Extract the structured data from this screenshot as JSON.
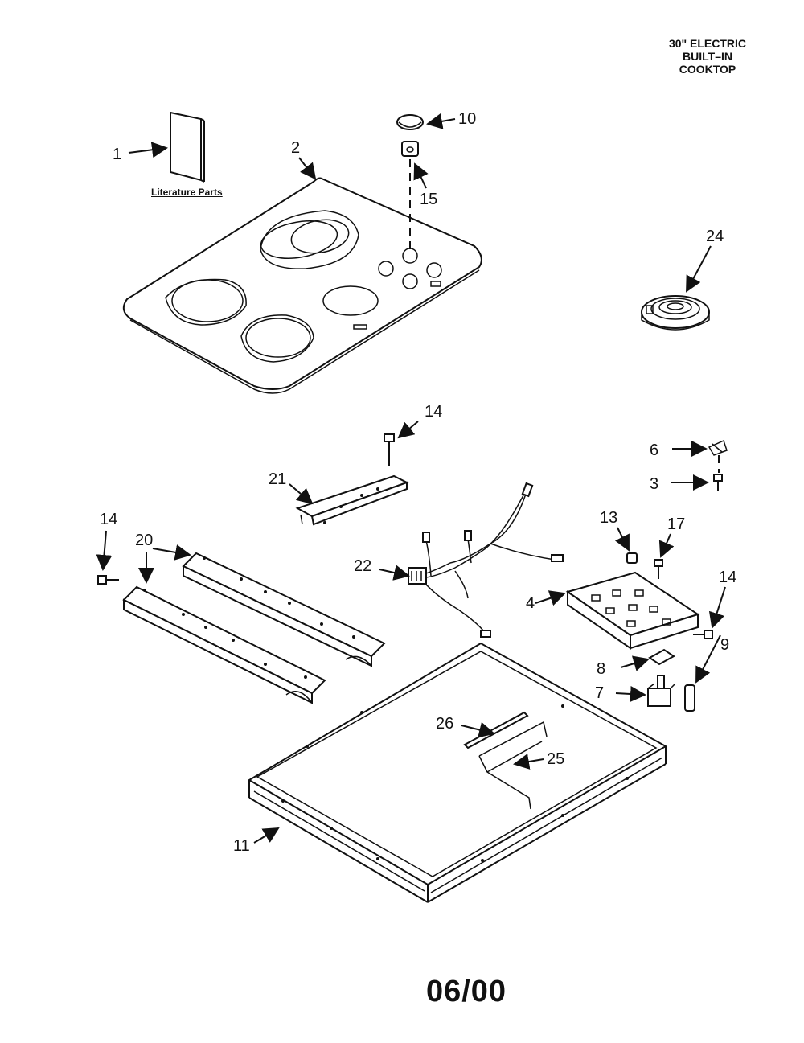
{
  "header": {
    "title_lines": [
      "30\" ELECTRIC",
      "BUILT–IN",
      "COOKTOP"
    ]
  },
  "literature_label": "Literature Parts",
  "footer": {
    "date_code": "06/00"
  },
  "callouts": {
    "c1": "1",
    "c2": "2",
    "c3": "3",
    "c4": "4",
    "c6": "6",
    "c7": "7",
    "c8": "8",
    "c9": "9",
    "c10": "10",
    "c11": "11",
    "c13": "13",
    "c14a": "14",
    "c14b": "14",
    "c14c": "14",
    "c15": "15",
    "c17": "17",
    "c20": "20",
    "c21": "21",
    "c22": "22",
    "c24": "24",
    "c25": "25",
    "c26": "26"
  },
  "colors": {
    "ink": "#111111",
    "paper": "#ffffff"
  }
}
